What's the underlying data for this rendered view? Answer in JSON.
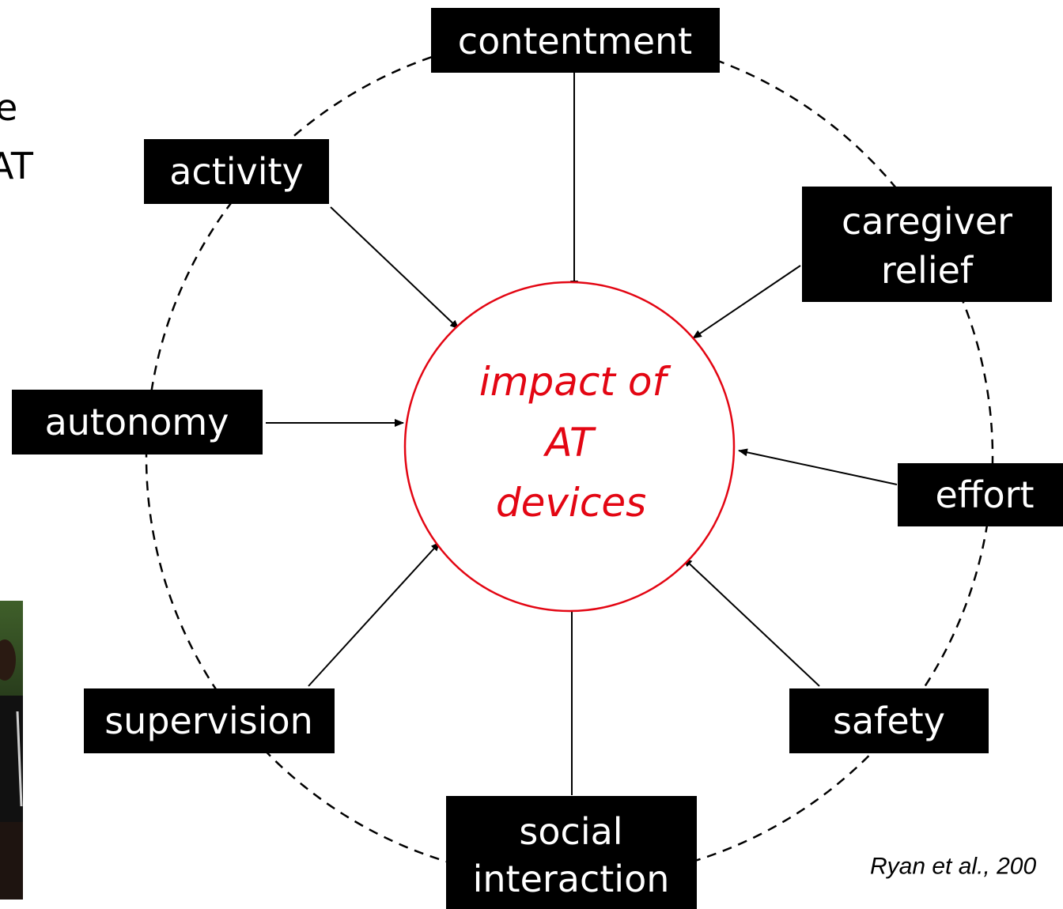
{
  "diagram": {
    "center_lines": [
      "impact of",
      "AT",
      "devices"
    ],
    "nodes": [
      {
        "id": "contentment",
        "lines": [
          "contentment"
        ]
      },
      {
        "id": "caregiver-relief",
        "lines": [
          "caregiver",
          "relief"
        ]
      },
      {
        "id": "effort",
        "lines": [
          "effort"
        ]
      },
      {
        "id": "safety",
        "lines": [
          "safety"
        ]
      },
      {
        "id": "social-interaction",
        "lines": [
          "social",
          "interaction"
        ]
      },
      {
        "id": "supervision",
        "lines": [
          "supervision"
        ]
      },
      {
        "id": "autonomy",
        "lines": [
          "autonomy"
        ]
      },
      {
        "id": "activity",
        "lines": [
          "activity"
        ]
      }
    ],
    "colors": {
      "center": "#e30613",
      "box": "#000000",
      "box_text": "#ffffff"
    }
  },
  "left_text": [
    "e",
    "AT"
  ],
  "citation": "Ryan et al., 200",
  "photo": {
    "description_icon": "person-photo"
  }
}
